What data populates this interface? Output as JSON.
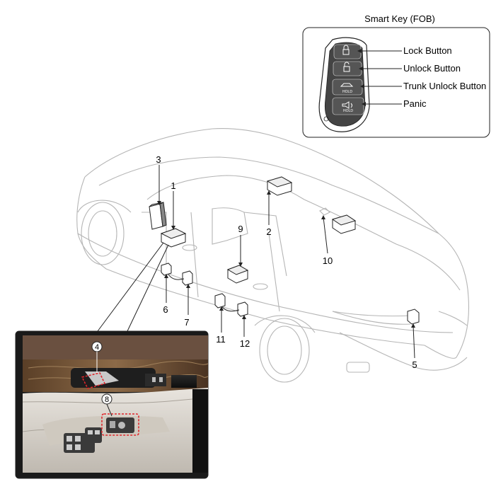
{
  "title": "Smart Key (FOB)",
  "fob_buttons": [
    {
      "label": "Lock Button"
    },
    {
      "label": "Unlock Button"
    },
    {
      "label": "Trunk Unlock Button"
    },
    {
      "label": "Panic"
    }
  ],
  "fob_glyphs": {
    "hold": "HOLD"
  },
  "callouts": [
    "1",
    "2",
    "3",
    "4",
    "5",
    "6",
    "7",
    "8",
    "9",
    "10",
    "11",
    "12"
  ],
  "colors": {
    "line": "#222222",
    "car_line": "#b5b5b5",
    "highlight": "#e0252a",
    "photo_wood": "#7a5a3a",
    "photo_panel": "#d8d3cc"
  }
}
